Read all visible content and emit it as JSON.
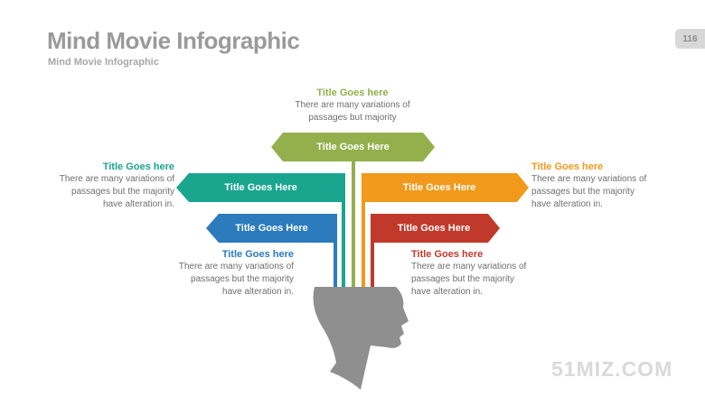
{
  "header": {
    "title": "Mind Movie Infographic",
    "subtitle": "Mind Movie Infographic",
    "page_number": "116"
  },
  "colors": {
    "green": "#94b04c",
    "teal": "#1aa58f",
    "orange": "#f0991b",
    "blue": "#2b7bbd",
    "red": "#c1392b",
    "head": "#8f8f8f"
  },
  "banners": {
    "top": "Title Goes Here",
    "upper_left": "Title Goes Here",
    "upper_right": "Title Goes Here",
    "lower_left": "Title Goes Here",
    "lower_right": "Title Goes Here"
  },
  "text_blocks": {
    "top": {
      "title": "Title Goes here",
      "body1": "There are many variations of",
      "body2": "passages but majority"
    },
    "upper_left": {
      "title": "Title Goes here",
      "body1": "There are many variations of",
      "body2": "passages but the majority",
      "body3": "have alteration in."
    },
    "upper_right": {
      "title": "Title Goes here",
      "body1": "There are many variations of",
      "body2": "passages but the majority",
      "body3": "have alteration in."
    },
    "lower_left": {
      "title": "Title Goes here",
      "body1": "There are many variations of",
      "body2": "passages but the majority",
      "body3": "have alteration in."
    },
    "lower_right": {
      "title": "Title Goes here",
      "body1": "There are many variations of",
      "body2": "passages but the majority",
      "body3": "have alteration in."
    }
  },
  "watermark": "51MIZ.COM"
}
